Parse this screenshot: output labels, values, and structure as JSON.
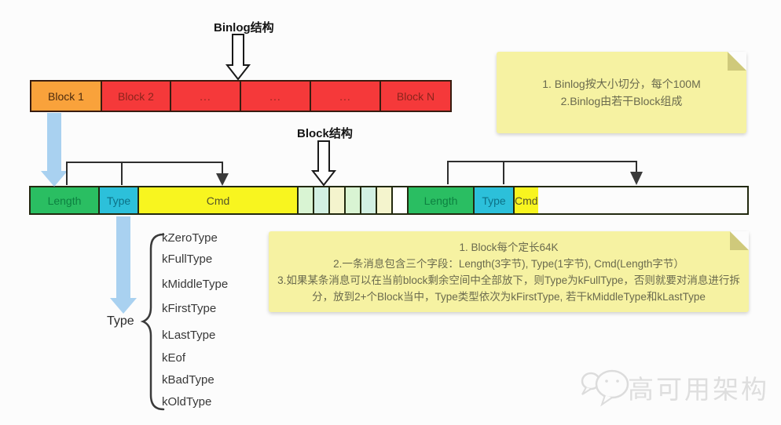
{
  "title_labels": {
    "binlog": "Binlog结构",
    "block": "Block结构"
  },
  "row1": {
    "cells": [
      "Block 1",
      "Block 2",
      "...",
      "...",
      "...",
      "Block N"
    ]
  },
  "row2": {
    "left": {
      "length": "Length",
      "type": "Type",
      "cmd": "Cmd"
    },
    "right": {
      "length": "Length",
      "type": "Type",
      "cmd": "Cmd"
    },
    "fragment_cell_colors": [
      "#d9f4d3",
      "#d2f0e2",
      "#f4f4cd",
      "#d9f4d3",
      "#d2f0e2",
      "#f4f4cd",
      "#ffffff"
    ]
  },
  "type_section": {
    "label": "Type",
    "items": [
      "kZeroType",
      "kFullType",
      "kMiddleType",
      "kFirstType",
      "kLastType",
      "kEof",
      "kBadType",
      "kOldType"
    ]
  },
  "notes": {
    "note1": {
      "lines": [
        "1. Binlog按大小切分，每个100M",
        "2.Binlog由若干Block组成"
      ]
    },
    "note2": {
      "lines": [
        "1. Block每个定长64K",
        "2.一条消息包含三个字段：Length(3字节), Type(1字节), Cmd(Length字节）",
        "3.如果某条消息可以在当前block剩余空间中全部放下，则Type为kFullType，否则就要对消息进行拆",
        "分，放到2+个Block当中，Type类型依次为kFirstType, 若干kMiddleType和kLastType"
      ]
    }
  },
  "watermark": {
    "text": "高可用架构"
  },
  "colors": {
    "block_first_orange": "#f9a23b",
    "block_red": "#f5393a",
    "length_green": "#2abe62",
    "type_cyan": "#2cc0da",
    "cmd_yellow": "#f8f51f",
    "note_yellow": "#f6f2a2",
    "note_fold": "#cfc97b",
    "arrow_blue": "#a9d1f0",
    "line_dark": "#2e2e2e",
    "watermark_gray": "#dedede"
  }
}
